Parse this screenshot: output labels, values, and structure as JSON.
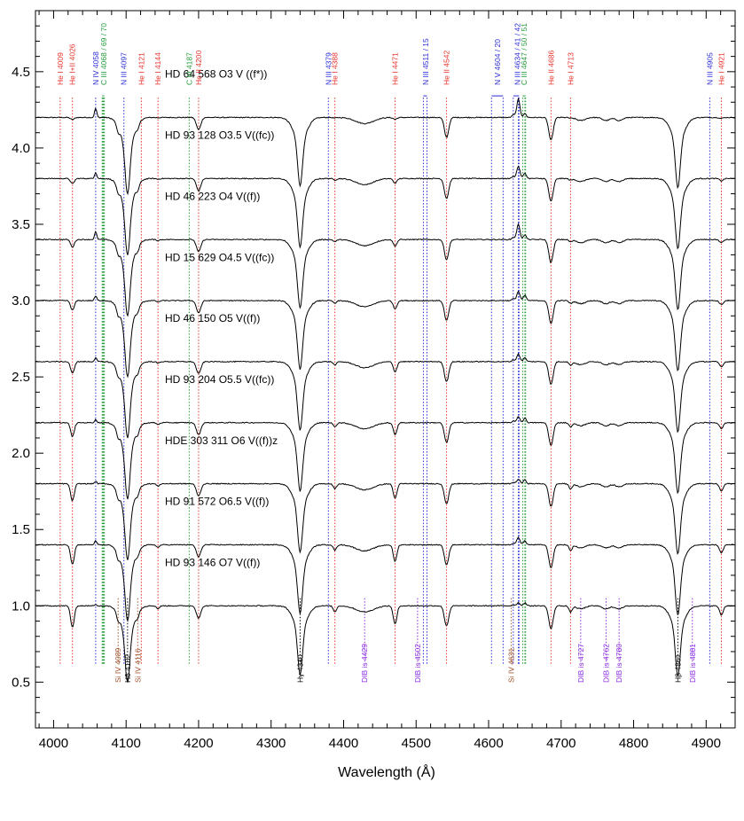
{
  "chart_data": {
    "type": "line",
    "title": "",
    "xlabel": "Wavelength (Å)",
    "ylabel": "",
    "xlim": [
      3975,
      4940
    ],
    "ylim": [
      0.2,
      4.9
    ],
    "x_ticks": [
      4000,
      4100,
      4200,
      4300,
      4400,
      4500,
      4600,
      4700,
      4800,
      4900
    ],
    "y_ticks": [
      0.5,
      1.0,
      1.5,
      2.0,
      2.5,
      3.0,
      3.5,
      4.0,
      4.5
    ],
    "y_tick_labels": [
      "0.5",
      "1.0",
      "1.5",
      "2.0",
      "2.5",
      "3.0",
      "3.5",
      "4.0",
      "4.5"
    ],
    "grid": false,
    "colors": {
      "He": "#e8322b",
      "N": "#2b2bd6",
      "C": "#1f9a3a",
      "Si": "#a0522d",
      "DIB": "#8a2be2",
      "H": "#000000",
      "spectrum": "#000000"
    },
    "series": [
      {
        "name": "HD 64 568   O3 V ((f*))",
        "offset": 4.2,
        "hei": 0.1,
        "oscale": 0.1,
        "nstrength": 0.6,
        "cstrength": 0.5,
        "emis": 0.12
      },
      {
        "name": "HD 93 128   O3.5 V((fc))",
        "offset": 3.8,
        "hei": 0.25,
        "oscale": 0.1,
        "nstrength": 0.5,
        "cstrength": 0.7,
        "emis": 0.08
      },
      {
        "name": "HD 46 223   O4 V((f))",
        "offset": 3.4,
        "hei": 0.35,
        "oscale": 0.11,
        "nstrength": 0.5,
        "cstrength": 0.6,
        "emis": 0.1
      },
      {
        "name": "HD 15 629   O4.5 V((fc))",
        "offset": 3.0,
        "hei": 0.45,
        "oscale": 0.1,
        "nstrength": 0.4,
        "cstrength": 0.7,
        "emis": 0.06
      },
      {
        "name": "HD 46 150   O5 V((f))",
        "offset": 2.6,
        "hei": 0.55,
        "oscale": 0.1,
        "nstrength": 0.4,
        "cstrength": 0.5,
        "emis": 0.05
      },
      {
        "name": "HD 93 204   O5.5 V((fc))",
        "offset": 2.2,
        "hei": 0.65,
        "oscale": 0.1,
        "nstrength": 0.3,
        "cstrength": 0.6,
        "emis": 0.04
      },
      {
        "name": "HDE 303 311   O6 V((f))z",
        "offset": 1.8,
        "hei": 0.8,
        "oscale": 0.1,
        "nstrength": 0.3,
        "cstrength": 0.5,
        "emis": 0.03
      },
      {
        "name": "HD 91 572   O6.5 V((f))",
        "offset": 1.4,
        "hei": 0.9,
        "oscale": 0.1,
        "nstrength": 0.25,
        "cstrength": 0.5,
        "emis": 0.05
      },
      {
        "name": "HD 93 146   O7 V((f))",
        "offset": 1.0,
        "hei": 1.0,
        "oscale": 0.1,
        "nstrength": 0.2,
        "cstrength": 0.4,
        "emis": 0.02
      }
    ],
    "top_lines": [
      {
        "label": "He I 4009",
        "wl": 4009,
        "group": "He"
      },
      {
        "label": "He I+II 4026",
        "wl": 4026,
        "group": "He"
      },
      {
        "label": "N IV 4058",
        "wl": 4058,
        "group": "N"
      },
      {
        "label": "C III 4068 / 69 / 70",
        "wl": 4069,
        "group": "C",
        "multi": [
          4067,
          4068,
          4069,
          4070
        ]
      },
      {
        "label": "N III 4097",
        "wl": 4097,
        "group": "N"
      },
      {
        "label": "He I 4121",
        "wl": 4121,
        "group": "He"
      },
      {
        "label": "He I 4144",
        "wl": 4144,
        "group": "He"
      },
      {
        "label": "C III 4187",
        "wl": 4187,
        "group": "C"
      },
      {
        "label": "He II 4200",
        "wl": 4200,
        "group": "He"
      },
      {
        "label": "N III 4379",
        "wl": 4379,
        "group": "N"
      },
      {
        "label": "He I 4388",
        "wl": 4388,
        "group": "He"
      },
      {
        "label": "He I 4471",
        "wl": 4471,
        "group": "He"
      },
      {
        "label": "N III 4511 / 15",
        "wl": 4513,
        "group": "N",
        "multi": [
          4510,
          4515
        ]
      },
      {
        "label": "He II 4542",
        "wl": 4542,
        "group": "He"
      },
      {
        "label": "N V 4604 / 20",
        "wl": 4612,
        "group": "N",
        "multi": [
          4604,
          4620
        ]
      },
      {
        "label": "N III 4634 / 41 / 42",
        "wl": 4640,
        "group": "N",
        "multi": [
          4634,
          4641,
          4642
        ]
      },
      {
        "label": "C III 4647 / 50 / 51",
        "wl": 4649,
        "group": "C",
        "multi": [
          4647,
          4650,
          4651
        ]
      },
      {
        "label": "He II 4686",
        "wl": 4686,
        "group": "He"
      },
      {
        "label": "He I 4713",
        "wl": 4713,
        "group": "He"
      },
      {
        "label": "N III 4905",
        "wl": 4905,
        "group": "N"
      },
      {
        "label": "He I 4921",
        "wl": 4921,
        "group": "He"
      }
    ],
    "bottom_lines": [
      {
        "label": "Si IV 4089",
        "wl": 4089,
        "group": "Si"
      },
      {
        "label": "Hδ 4102",
        "wl": 4102,
        "group": "H"
      },
      {
        "label": "Si IV 4116",
        "wl": 4116,
        "group": "Si"
      },
      {
        "label": "Hγ 4340",
        "wl": 4340,
        "group": "H"
      },
      {
        "label": "DIB is 4429",
        "wl": 4429,
        "group": "DIB"
      },
      {
        "label": "DIB is 4502",
        "wl": 4502,
        "group": "DIB"
      },
      {
        "label": "Si IV 4631",
        "wl": 4631,
        "group": "Si"
      },
      {
        "label": "DIB is 4727",
        "wl": 4727,
        "group": "DIB"
      },
      {
        "label": "DIB is 4762",
        "wl": 4762,
        "group": "DIB"
      },
      {
        "label": "DIB is 4780",
        "wl": 4780,
        "group": "DIB"
      },
      {
        "label": "Hβ 4861",
        "wl": 4861,
        "group": "H"
      },
      {
        "label": "DIB is 4881",
        "wl": 4881,
        "group": "DIB"
      }
    ]
  }
}
